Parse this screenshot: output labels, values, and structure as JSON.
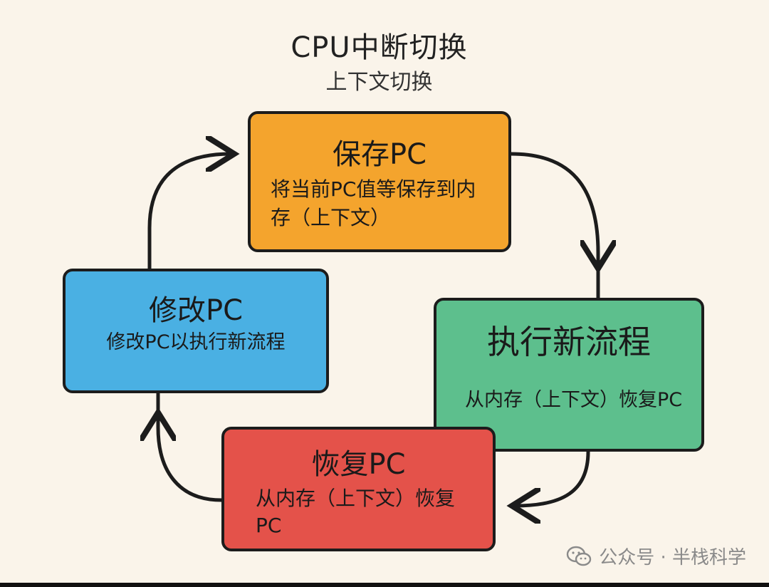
{
  "title": "CPU中断切换",
  "subtitle": "上下文切换",
  "boxes": {
    "save": {
      "head": "保存PC",
      "desc": "将当前PC值等保存到内存（上下文）",
      "color": "#f4a42d"
    },
    "execute": {
      "head": "执行新流程",
      "desc": "从内存（上下文）恢复PC",
      "color": "#5dbf8d"
    },
    "restore": {
      "head": "恢复PC",
      "desc": "从内存（上下文）恢复PC",
      "color": "#e4524a"
    },
    "modify": {
      "head": "修改PC",
      "desc": "修改PC以执行新流程",
      "color": "#4ab0e3"
    }
  },
  "watermark": "公众号 · 半栈科学",
  "icons": [
    "wechat-icon",
    "arrow-icon"
  ]
}
